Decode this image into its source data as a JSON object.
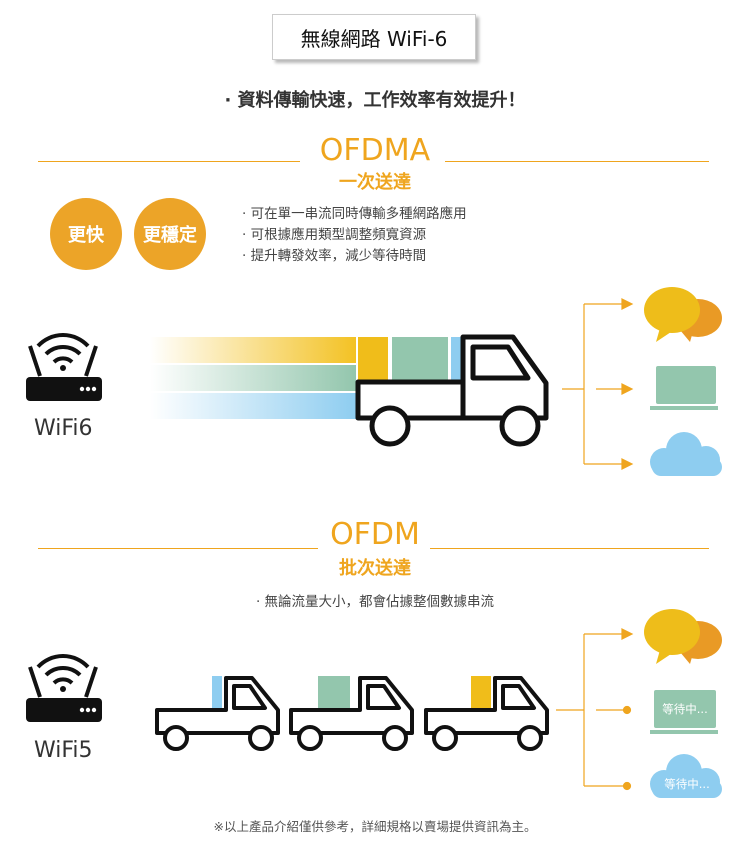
{
  "header": {
    "title": "無線網路 WiFi-6",
    "subtitle": "· 資料傳輸快速，工作效率有效提升！"
  },
  "ofdma": {
    "heading": "OFDMA",
    "subheading": "一次送達",
    "badges": [
      "更快",
      "更穩定"
    ],
    "bullets": [
      "· 可在單一串流同時傳輸多種網路應用",
      "· 可根據應用類型調整頻寬資源",
      "· 提升轉發效率，減少等待時間"
    ],
    "router_label": "WiFi6"
  },
  "ofdm": {
    "heading": "OFDM",
    "subheading": "批次送達",
    "bullet": "· 無論流量大小，都會佔據整個數據串流",
    "router_label": "WiFi5",
    "waiting_labels": [
      "等待中...",
      "等待中..."
    ]
  },
  "footer": {
    "note": "※以上產品介紹僅供參考，詳細規格以賣場提供資訊為主。"
  },
  "colors": {
    "accent": "#efa51e",
    "chat_yellow": "#eebd1a",
    "chat_orange": "#e99a25",
    "laptop_green": "#93c6ad",
    "cloud_blue": "#8ecdf0"
  }
}
